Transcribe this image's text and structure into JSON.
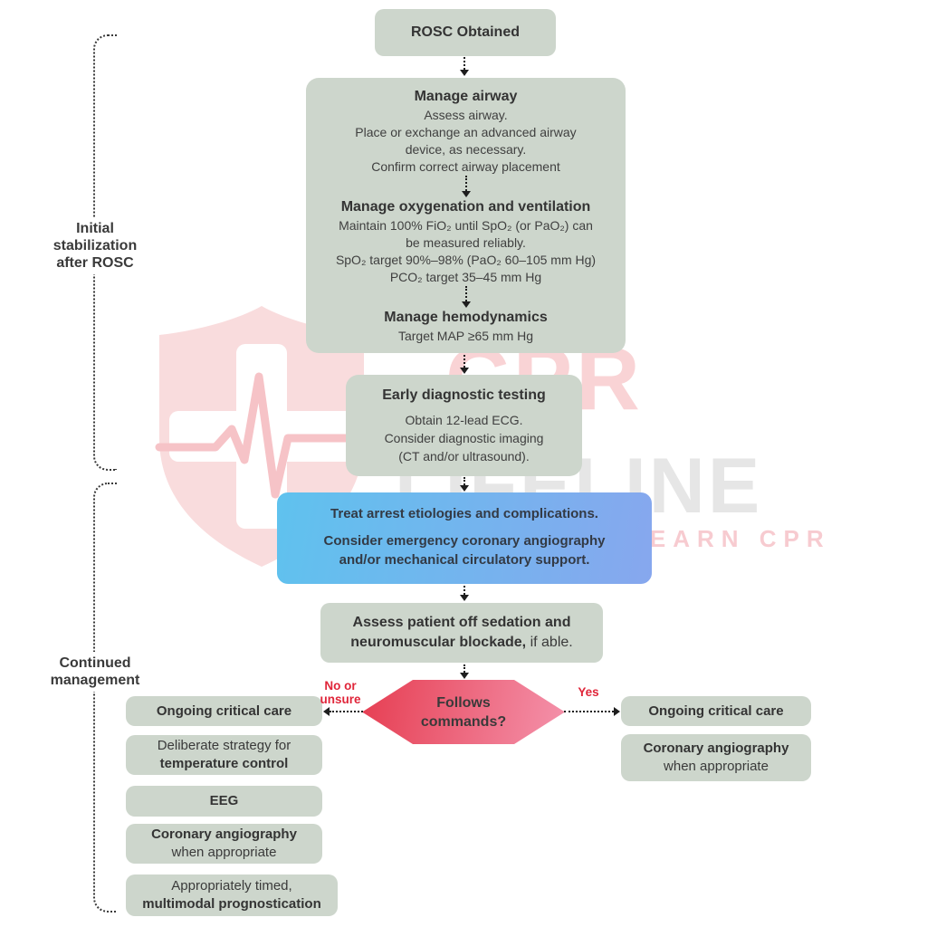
{
  "colors": {
    "node_fill": "#cdd6cc",
    "node_text": "#3a3a3a",
    "blue_gradient_from": "#5fc2ee",
    "blue_gradient_to": "#87a7ee",
    "decision_gradient_from": "#e63e52",
    "decision_gradient_to": "#f492ab",
    "branch_label_red": "#e0263a",
    "connector_black": "#1e1e1e",
    "watermark_pink": "#f9dcdd"
  },
  "side": {
    "bracket1_label": {
      "line1": "Initial",
      "line2": "stabilization",
      "line3": "after ROSC"
    },
    "bracket2_label": {
      "line1": "Continued",
      "line2": "management"
    }
  },
  "flow": {
    "rosc": {
      "title": "ROSC Obtained"
    },
    "stabilization": {
      "sections": [
        {
          "heading": "Manage airway",
          "lines": [
            "Assess airway.",
            "Place or exchange an advanced airway",
            "device, as necessary.",
            "Confirm correct airway placement"
          ]
        },
        {
          "heading": "Manage oxygenation and ventilation",
          "lines": [
            "Maintain 100% FiO₂ until SpO₂ (or PaO₂) can",
            "be measured reliably.",
            "SpO₂ target 90%–98% (PaO₂ 60–105 mm Hg)",
            "PCO₂ target 35–45 mm Hg"
          ]
        },
        {
          "heading": "Manage hemodynamics",
          "lines": [
            "Target MAP ≥65 mm Hg"
          ]
        }
      ]
    },
    "diagnostics": {
      "heading": "Early diagnostic testing",
      "lines": [
        "Obtain 12-lead ECG.",
        "Consider diagnostic imaging",
        "(CT and/or ultrasound)."
      ]
    },
    "treat": {
      "line1": "Treat arrest etiologies and complications.",
      "line2": "Consider emergency coronary angiography",
      "line3": "and/or mechanical circulatory support."
    },
    "assess": {
      "line1_bold": "Assess patient off sedation and",
      "line2_bold": "neuromuscular blockade,",
      "line2_regular": "if able."
    },
    "decision": {
      "line1": "Follows",
      "line2": "commands?",
      "no_label_line1": "No or",
      "no_label_line2": "unsure",
      "yes_label": "Yes"
    }
  },
  "left_column": {
    "boxes": [
      {
        "lines": [
          {
            "text": "Ongoing critical care",
            "bold": true
          }
        ]
      },
      {
        "lines": [
          {
            "text": "Deliberate strategy for",
            "bold": false
          },
          {
            "text": "temperature control",
            "bold": true
          }
        ]
      },
      {
        "lines": [
          {
            "text": "EEG",
            "bold": true
          }
        ]
      },
      {
        "lines": [
          {
            "text": "Coronary angiography",
            "bold": true
          },
          {
            "text": "when appropriate",
            "bold": false
          }
        ]
      },
      {
        "lines": [
          {
            "text": "Appropriately timed,",
            "bold": false
          },
          {
            "text": "multimodal prognostication",
            "bold": true
          }
        ]
      }
    ]
  },
  "right_column": {
    "boxes": [
      {
        "lines": [
          {
            "text": "Ongoing critical care",
            "bold": true
          }
        ]
      },
      {
        "lines": [
          {
            "text": "Coronary angiography",
            "bold": true
          },
          {
            "text": "when appropriate",
            "bold": false
          }
        ]
      }
    ]
  },
  "watermark": {
    "brand": "CPR",
    "brand2": "LIFELINE",
    "tagline": "LEARN CPR"
  }
}
